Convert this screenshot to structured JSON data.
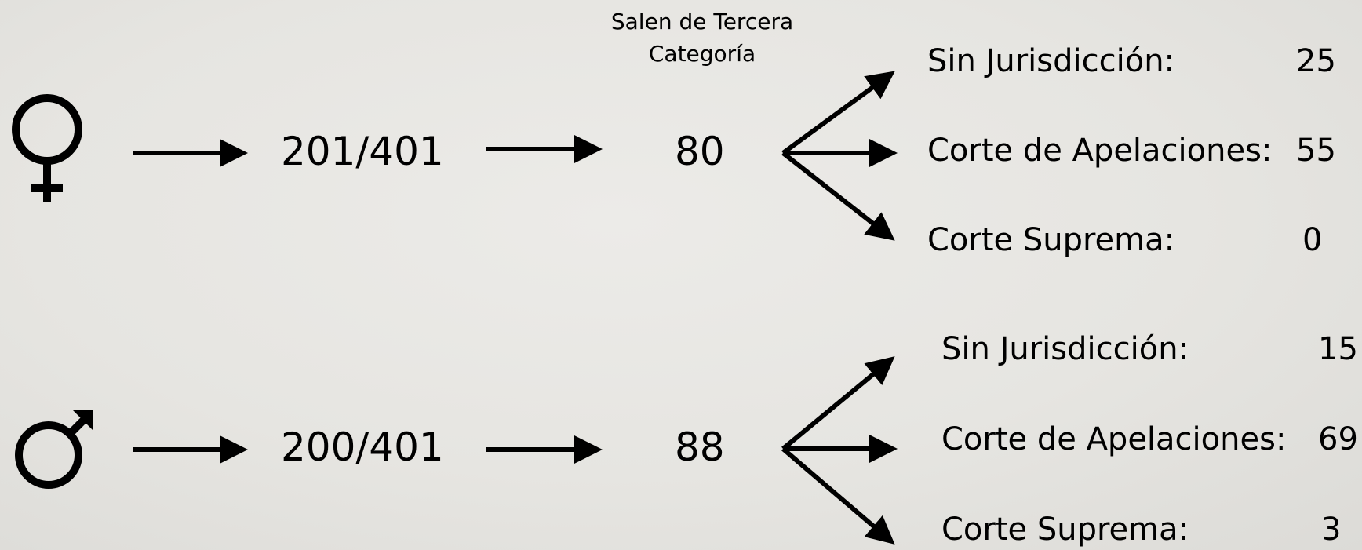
{
  "header": "Salen de Tercera Categoría",
  "groups": [
    {
      "symbol": "female-symbol",
      "ratio": "201/401",
      "count": "80",
      "outcomes": [
        {
          "label": "Sin Jurisdicción:",
          "value": "25"
        },
        {
          "label": "Corte de Apelaciones:",
          "value": "55"
        },
        {
          "label": "Corte Suprema:",
          "value": "0"
        }
      ]
    },
    {
      "symbol": "male-symbol",
      "ratio": "200/401",
      "count": "88",
      "outcomes": [
        {
          "label": "Sin Jurisdicción:",
          "value": "15"
        },
        {
          "label": "Corte de Apelaciones:",
          "value": "69"
        },
        {
          "label": "Corte Suprema:",
          "value": "3"
        }
      ]
    }
  ]
}
